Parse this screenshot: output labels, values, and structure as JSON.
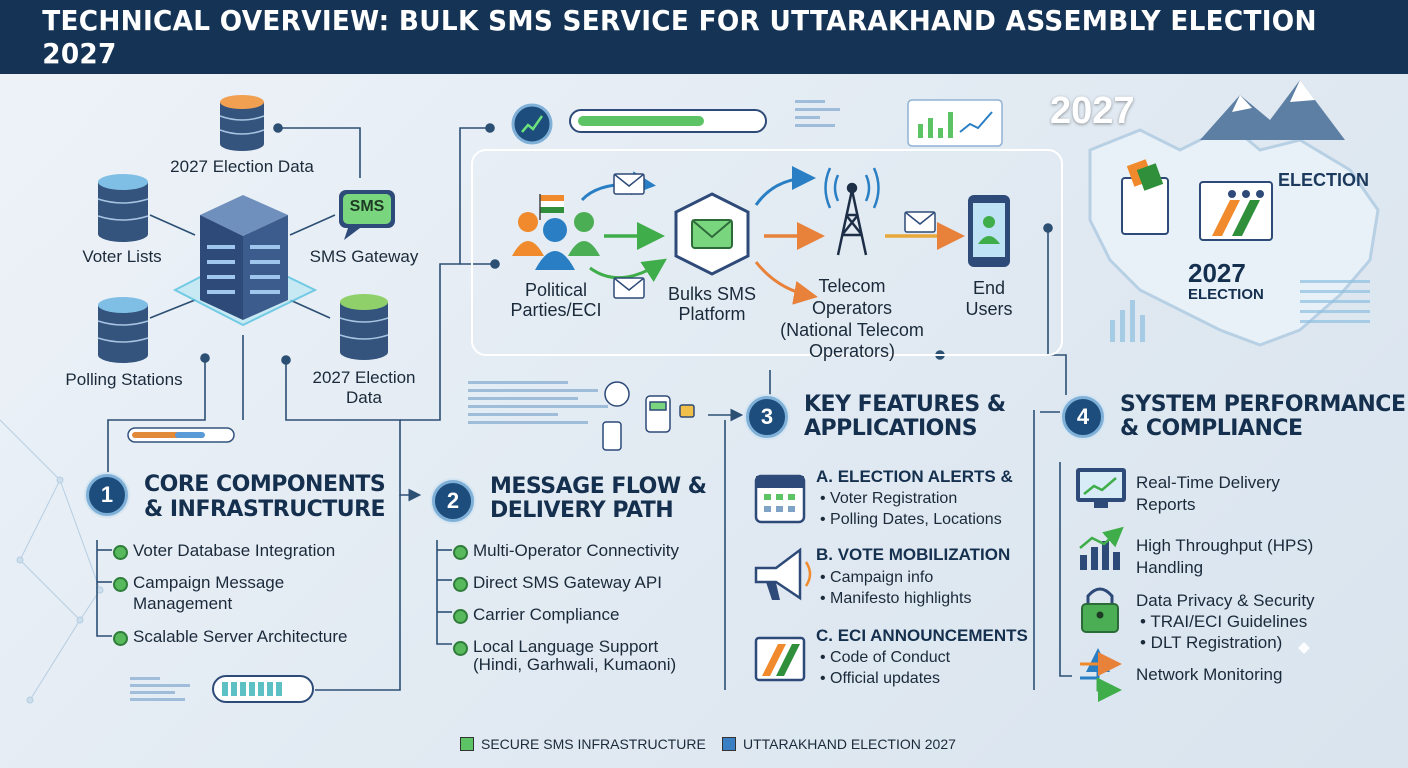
{
  "header": {
    "title": "TECHNICAL OVERVIEW: BULK SMS SERVICE FOR UTTARAKHAND ASSEMBLY ELECTION 2027"
  },
  "infrastructure": {
    "labels": {
      "election_data_top": "2027 Election Data",
      "voter_lists": "Voter Lists",
      "sms_gateway": "SMS Gateway",
      "sms_badge": "SMS",
      "polling_stations": "Polling Stations",
      "election_data_bottom_1": "2027 Election",
      "election_data_bottom_2": "Data"
    }
  },
  "flow": {
    "political_1": "Political",
    "political_2": "Parties/ECI",
    "platform_1": "Bulks SMS",
    "platform_2": "Platform",
    "telecom_1": "Telecom",
    "telecom_2": "Operators",
    "telecom_3": "(National Telecom",
    "telecom_4": "Operators)",
    "end_1": "End",
    "end_2": "Users"
  },
  "map": {
    "year_top": "2027",
    "election_tag": "ELECTION",
    "year_center": "2027",
    "election_center": "ELECTION"
  },
  "sections": [
    {
      "number": "1",
      "title_1": "CORE COMPONENTS",
      "title_2": "& INFRASTRUCTURE",
      "items": [
        "Voter Database Integration",
        "Campaign Message",
        "Management",
        "Scalable Server Architecture"
      ]
    },
    {
      "number": "2",
      "title_1": "MESSAGE FLOW &",
      "title_2": "DELIVERY PATH",
      "items": [
        "Multi-Operator Connectivity",
        "Direct SMS Gateway API",
        "Carrier Compliance",
        "Local Language Support",
        "(Hindi, Garhwali, Kumaoni)"
      ]
    },
    {
      "number": "3",
      "title_1": "KEY FEATURES &",
      "title_2": "APPLICATIONS",
      "groups": [
        {
          "heading": "A. ELECTION ALERTS &",
          "items": [
            "• Voter Registration",
            "• Polling Dates, Locations"
          ]
        },
        {
          "heading": "B. VOTE MOBILIZATION",
          "items": [
            "• Campaign info",
            "• Manifesto highlights"
          ]
        },
        {
          "heading": "C. ECI ANNOUNCEMENTS",
          "items": [
            "• Code of Conduct",
            "• Official updates"
          ]
        }
      ]
    },
    {
      "number": "4",
      "title_1": "SYSTEM PERFORMANCE",
      "title_2": "& COMPLIANCE",
      "items": [
        {
          "line1": "Real-Time Delivery",
          "line2": "Reports"
        },
        {
          "line1": "High Throughput (HPS)",
          "line2": "Handling"
        },
        {
          "line1": "Data Privacy & Security",
          "line2": "• TRAI/ECI Guidelines",
          "line3": "• DLT Registration)"
        },
        {
          "line1": "Network Monitoring"
        }
      ]
    }
  ],
  "legend": [
    {
      "label": "SECURE SMS INFRASTRUCTURE",
      "color": "#5cc464"
    },
    {
      "label": "UTTARAKHAND ELECTION 2027",
      "color": "#3a7fc4"
    }
  ],
  "colors": {
    "header_bg": "#153455",
    "accent_green": "#58b85c",
    "accent_blue": "#1c4d7c",
    "flag_saffron": "#f08a2c",
    "flag_green": "#2f8f3a"
  }
}
